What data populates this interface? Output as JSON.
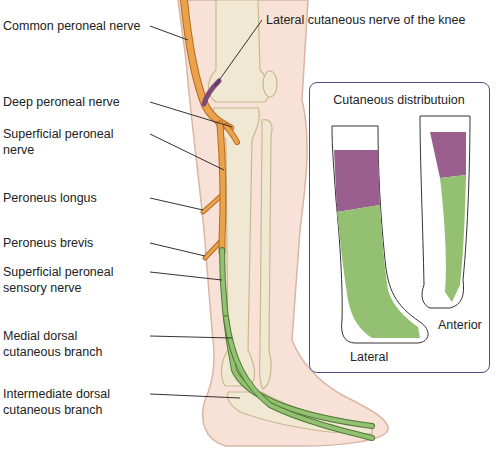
{
  "diagram": {
    "nodes": [
      {
        "text": [
          "Cutaneous distributuion",
          "Lateral",
          "Anterior"
        ]
      }
    ],
    "labels": [
      "Common peroneal nerve",
      "Lateral cutaneous nerve of the knee",
      "Deep peroneal nerve",
      "Superficial peroneal nerve",
      "Peroneus longus",
      "Peroneus brevis",
      "Superficial peroneal sensory nerve",
      "Medial dorsal cutaneous branch",
      "Intermediate dorsal cutaneous branch"
    ]
  }
}
